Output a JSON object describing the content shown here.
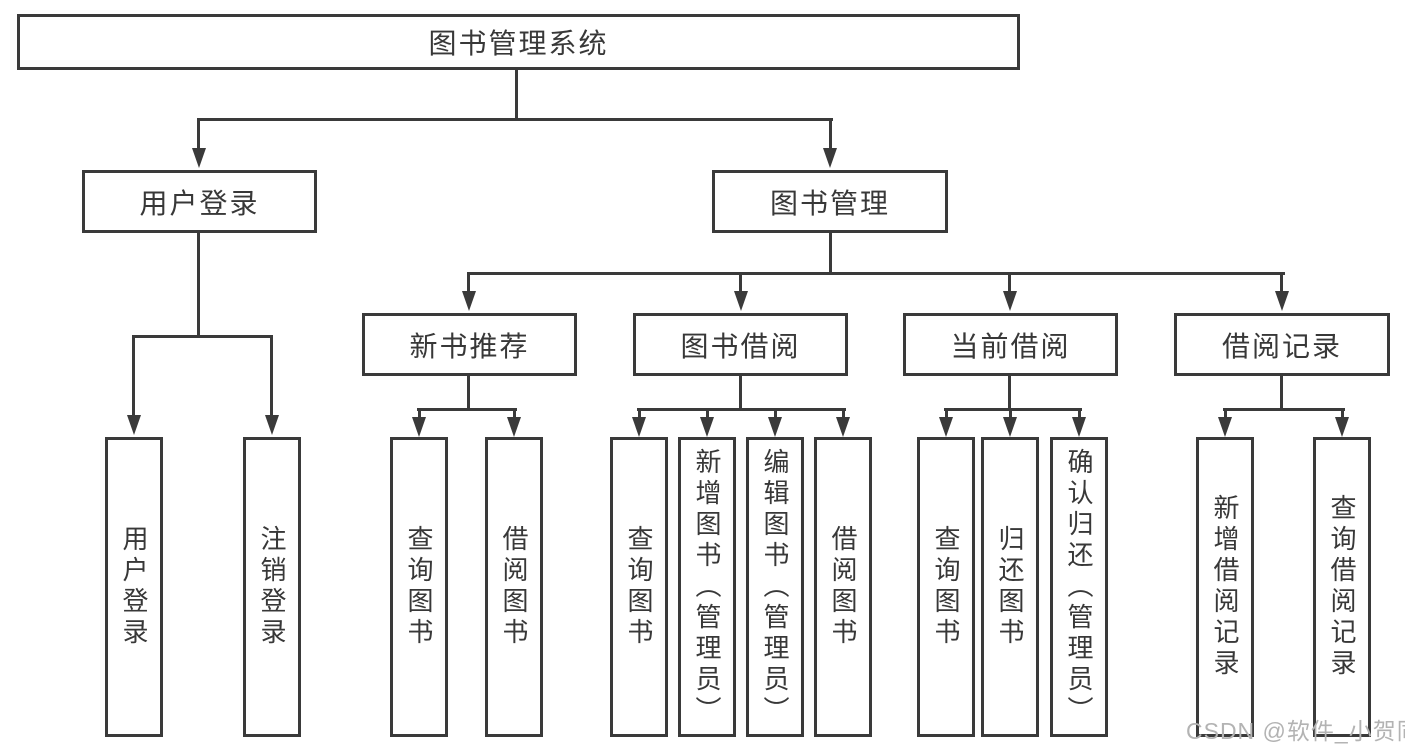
{
  "tree": {
    "label": "图书管理系统",
    "children": [
      {
        "label": "用户登录",
        "children": [
          {
            "label": "用户登录"
          },
          {
            "label": "注销登录"
          }
        ]
      },
      {
        "label": "图书管理",
        "children": [
          {
            "label": "新书推荐",
            "children": [
              {
                "label": "查询图书"
              },
              {
                "label": "借阅图书"
              }
            ]
          },
          {
            "label": "图书借阅",
            "children": [
              {
                "label": "查询图书"
              },
              {
                "label": "新增图书（管理员）"
              },
              {
                "label": "编辑图书（管理员）"
              },
              {
                "label": "借阅图书"
              }
            ]
          },
          {
            "label": "当前借阅",
            "children": [
              {
                "label": "查询图书"
              },
              {
                "label": "归还图书"
              },
              {
                "label": "确认归还（管理员）"
              }
            ]
          },
          {
            "label": "借阅记录",
            "children": [
              {
                "label": "新增借阅记录"
              },
              {
                "label": "查询借阅记录"
              }
            ]
          }
        ]
      }
    ]
  },
  "watermark": {
    "text": "CSDN @软件_小贺同学"
  },
  "colors": {
    "line": "#3a3a3a",
    "text": "#383838",
    "watermark": "#b3b3b3",
    "background": "#ffffff"
  }
}
